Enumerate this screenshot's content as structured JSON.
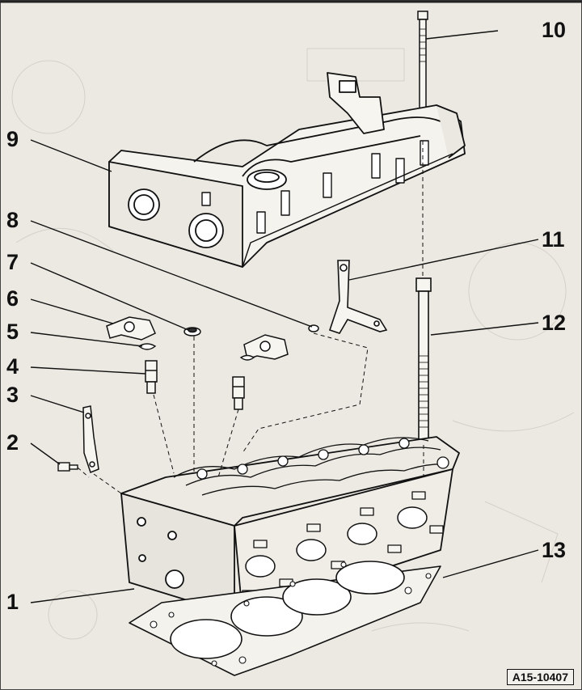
{
  "callouts": [
    {
      "id": "10",
      "part": "cover-bolt"
    },
    {
      "id": "9",
      "part": "cylinder-head-cover"
    },
    {
      "id": "8",
      "part": "small-seal"
    },
    {
      "id": "7",
      "part": "cap-seal"
    },
    {
      "id": "11",
      "part": "lifting-eye"
    },
    {
      "id": "6",
      "part": "rocker-finger"
    },
    {
      "id": "12",
      "part": "head-bolt"
    },
    {
      "id": "5",
      "part": "clip"
    },
    {
      "id": "4",
      "part": "hydraulic-element"
    },
    {
      "id": "3",
      "part": "bracket"
    },
    {
      "id": "2",
      "part": "bracket-bolt"
    },
    {
      "id": "13",
      "part": "head-gasket"
    },
    {
      "id": "1",
      "part": "cylinder-head"
    }
  ],
  "figure_id": "A15-10407"
}
